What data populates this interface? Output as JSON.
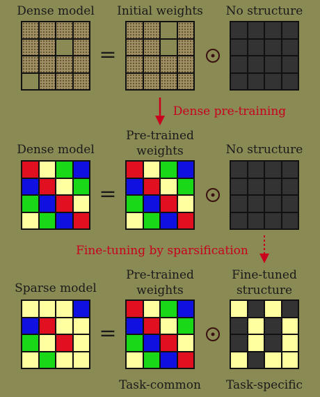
{
  "rows": [
    {
      "left_title": "Dense model",
      "mid_title_1": "Initial weights",
      "mid_title_2": "",
      "right_title_1": "No structure",
      "right_title_2": "",
      "left_grid": [
        "d",
        "d",
        "d",
        "d",
        "d",
        "d",
        "e",
        "d",
        "d",
        "d",
        "d",
        "d",
        "e",
        "d",
        "d",
        "d"
      ],
      "mid_grid": [
        "d",
        "d",
        "e",
        "d",
        "d",
        "d",
        "e",
        "d",
        "d",
        "d",
        "d",
        "d",
        "d",
        "d",
        "d",
        "d"
      ],
      "right_grid": [
        "k",
        "k",
        "k",
        "k",
        "k",
        "k",
        "k",
        "k",
        "k",
        "k",
        "k",
        "k",
        "k",
        "k",
        "k",
        "k"
      ]
    },
    {
      "left_title": "Dense model",
      "mid_title_1": "Pre-trained",
      "mid_title_2": "weights",
      "right_title_1": "No structure",
      "right_title_2": "",
      "left_grid": [
        "r",
        "y",
        "g",
        "b",
        "b",
        "r",
        "y",
        "g",
        "g",
        "b",
        "r",
        "y",
        "y",
        "g",
        "b",
        "r"
      ],
      "mid_grid": [
        "r",
        "y",
        "g",
        "b",
        "b",
        "r",
        "y",
        "g",
        "g",
        "b",
        "r",
        "y",
        "y",
        "g",
        "b",
        "r"
      ],
      "right_grid": [
        "k",
        "k",
        "k",
        "k",
        "k",
        "k",
        "k",
        "k",
        "k",
        "k",
        "k",
        "k",
        "k",
        "k",
        "k",
        "k"
      ]
    },
    {
      "left_title": "Sparse model",
      "mid_title_1": "Pre-trained",
      "mid_title_2": "weights",
      "right_title_1": "Fine-tuned",
      "right_title_2": "structure",
      "left_grid": [
        "y",
        "y",
        "y",
        "b",
        "b",
        "r",
        "y",
        "y",
        "g",
        "y",
        "r",
        "y",
        "y",
        "g",
        "y",
        "y"
      ],
      "mid_grid": [
        "r",
        "y",
        "g",
        "b",
        "b",
        "r",
        "y",
        "g",
        "g",
        "b",
        "r",
        "y",
        "y",
        "g",
        "b",
        "r"
      ],
      "right_grid": [
        "y",
        "k",
        "y",
        "k",
        "k",
        "y",
        "k",
        "y",
        "k",
        "y",
        "k",
        "y",
        "y",
        "k",
        "y",
        "y"
      ]
    }
  ],
  "equals_sign": "=",
  "step1_label": "Dense pre-training",
  "step2_label": "Fine-tuning by sparsification",
  "bottom_left_caption": "Task-common",
  "bottom_right_caption": "Task-specific",
  "colors": {
    "background": "#8a8a55",
    "arrow": "#c8001e",
    "red": "#e01020",
    "green": "#18d818",
    "blue": "#1010e0",
    "yellow": "#ffffa0",
    "dark": "#333333"
  }
}
